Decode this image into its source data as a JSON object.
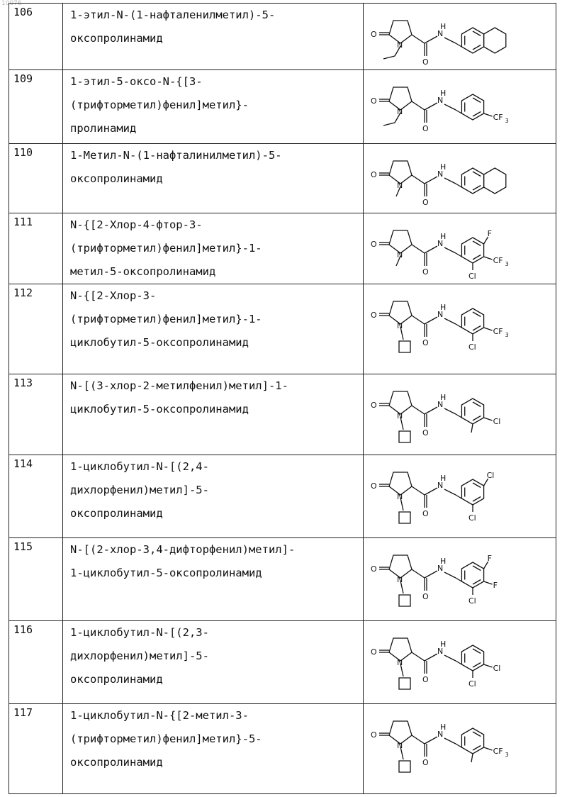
{
  "page_number": "10076",
  "compounds": [
    {
      "number": "106",
      "name_lines": [
        "1-этил-N-(1-нафталенилметил)-5-",
        "оксопролинамид"
      ]
    },
    {
      "number": "109",
      "name_lines": [
        "1-этил-5-оксо-N-{[3-",
        "(трифторметил)фенил]метил}-",
        "пролинамид"
      ]
    },
    {
      "number": "110",
      "name_lines": [
        "1-Метил-N-(1-нафталинилметил)-5-",
        "оксопролинамид"
      ]
    },
    {
      "number": "111",
      "name_lines": [
        "N-{[2-Хлор-4-фтор-3-",
        "(трифторметил)фенил]метил}-1-",
        "метил-5-оксопролинамид"
      ]
    },
    {
      "number": "112",
      "name_lines": [
        "N-{[2-Хлор-3-",
        "(трифторметил)фенил]метил}-1-",
        "циклобутил-5-оксопролинамид"
      ]
    },
    {
      "number": "113",
      "name_lines": [
        "N-[(3-хлор-2-метилфенил)метил]-1-",
        "циклобутил-5-оксопролинамид"
      ]
    },
    {
      "number": "114",
      "name_lines": [
        "1-циклобутил-N-[(2,4-",
        "дихлорфенил)метил]-5-",
        "оксопролинамид"
      ]
    },
    {
      "number": "115",
      "name_lines": [
        "N-[(2-хлор-3,4-дифторфенил)метил]-",
        "1-циклобутил-5-оксопролинамид"
      ]
    },
    {
      "number": "116",
      "name_lines": [
        "1-циклобутил-N-[(2,3-",
        "дихлорфенил)метил]-5-",
        "оксопролинамид"
      ]
    },
    {
      "number": "117",
      "name_lines": [
        "1-циклобутил-N-{[2-метил-3-",
        "(трифторметил)фенил]метил}-5-",
        "оксопролинамид"
      ]
    }
  ],
  "structure_labels": {
    "o": "O",
    "n": "N",
    "h": "H",
    "cl": "Cl",
    "f": "F",
    "cf": "CF",
    "three": "3"
  }
}
